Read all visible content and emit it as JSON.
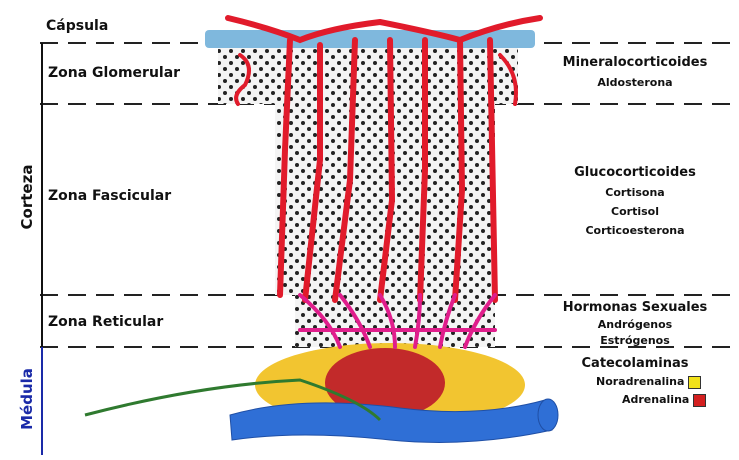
{
  "labels": {
    "capsula": "Cápsula",
    "corteza": "Corteza",
    "medula": "Médula",
    "zona_glomerular": "Zona Glomerular",
    "zona_fascicular": "Zona Fascicular",
    "zona_reticular": "Zona Reticular"
  },
  "hormones": {
    "mineral_title": "Mineralocorticoides",
    "mineral_items": [
      "Aldosterona"
    ],
    "gluco_title": "Glucocorticoides",
    "gluco_items": [
      "Cortisona",
      "Cortisol",
      "Corticoesterona"
    ],
    "sex_title": "Hormonas Sexuales",
    "sex_items": [
      "Andrógenos",
      "Estrógenos"
    ],
    "cat_title": "Catecolaminas",
    "cat_items": [
      {
        "label": "Noradrenalina",
        "color": "#f2e21a"
      },
      {
        "label": "Adrenalina",
        "color": "#d42020"
      }
    ]
  },
  "colors": {
    "artery": "#e11b2b",
    "capillary": "#e01e8c",
    "vein": "#2f6fd6",
    "capsule": "#7fb8dd",
    "nerve": "#2f7a2f",
    "medula_label": "#1a2aa8"
  }
}
